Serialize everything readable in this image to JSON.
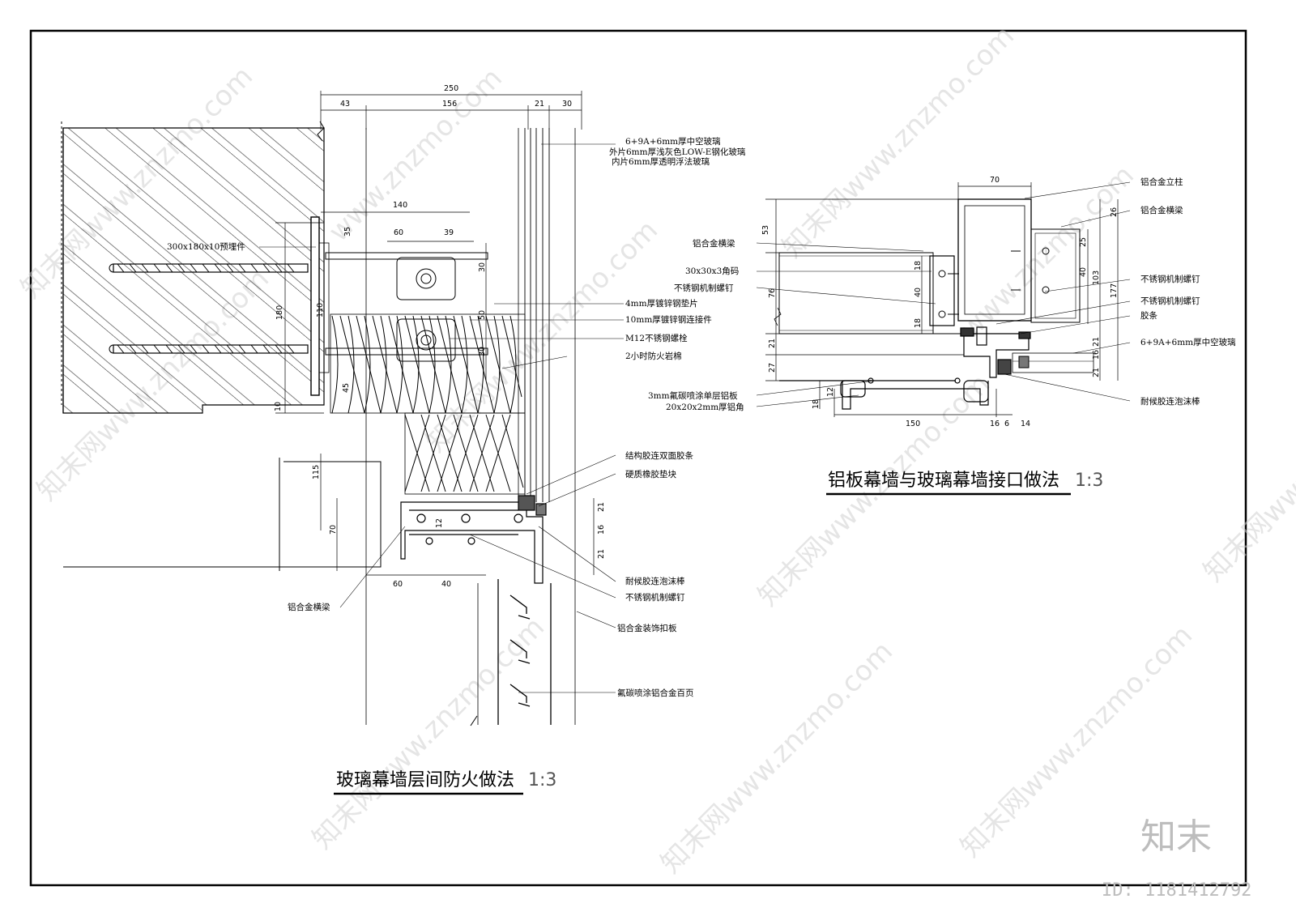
{
  "drawing_left": {
    "title": "玻璃幕墙层间防火做法",
    "scale": "1:3",
    "dims": {
      "d250": "250",
      "d43": "43",
      "d156": "156",
      "d21": "21",
      "d30": "30",
      "d140": "140",
      "d60": "60",
      "d39": "39",
      "d35": "35",
      "d180": "180",
      "d110": "110",
      "d45": "45",
      "d10": "10",
      "d50": "50",
      "d30b": "30",
      "d30c": "30",
      "d115": "115",
      "d70": "70",
      "d60b": "60",
      "d40": "40",
      "d12": "12",
      "d21b": "21",
      "d16": "16",
      "d21c": "21"
    },
    "labels": {
      "glass1": "6+9A+6mm厚中空玻璃",
      "glass2": "外片6mm厚浅灰色LOW-E钢化玻璃",
      "glass3": "内片6mm厚透明浮法玻璃",
      "embed": "300x180x10预埋件",
      "plate4": "4mm厚镀锌钢垫片",
      "conn10": "10mm厚镀锌钢连接件",
      "bolt": "M12不锈钢螺栓",
      "rockwool": "2小时防火岩棉",
      "struct_tape": "结构胶连双面胶条",
      "rubber": "硬质橡胶垫块",
      "sealant": "耐候胶连泡沫棒",
      "screw": "不锈钢机制螺钉",
      "beam": "铝合金横梁",
      "cover": "铝合金装饰扣板",
      "louver": "氟碳喷涂铝合金百页"
    }
  },
  "drawing_right": {
    "title": "铝板幕墙与玻璃幕墙接口做法",
    "scale": "1:3",
    "dims": {
      "d70": "70",
      "d53": "53",
      "d26": "26",
      "d25": "25",
      "d40": "40",
      "d103": "103",
      "d177": "177",
      "d18": "18",
      "d40b": "40",
      "d18b": "18",
      "d76": "76",
      "d21": "21",
      "d27": "27",
      "d21b": "21",
      "d16": "16",
      "d21c": "21",
      "d18c": "18",
      "d12": "12",
      "d150": "150",
      "d16b": "16",
      "d6": "6",
      "d14": "14"
    },
    "labels": {
      "column": "铝合金立柱",
      "beam_r": "铝合金横梁",
      "beam_l": "铝合金横梁",
      "angle": "30x30x3角码",
      "screw_l": "不锈钢机制螺钉",
      "screw_r1": "不锈钢机制螺钉",
      "screw_r2": "不锈钢机制螺钉",
      "strip": "胶条",
      "glass": "6+9A+6mm厚中空玻璃",
      "panel": "3mm氟碳喷涂单层铝板",
      "angle20": "20x20x2mm厚铝角",
      "sealant": "耐候胶连泡沫棒"
    }
  },
  "watermark": {
    "site": "www.znzmo.com",
    "site2": "知末网www.znzmo.com",
    "brand": "知末",
    "id_label": "ID: 1181412792"
  }
}
